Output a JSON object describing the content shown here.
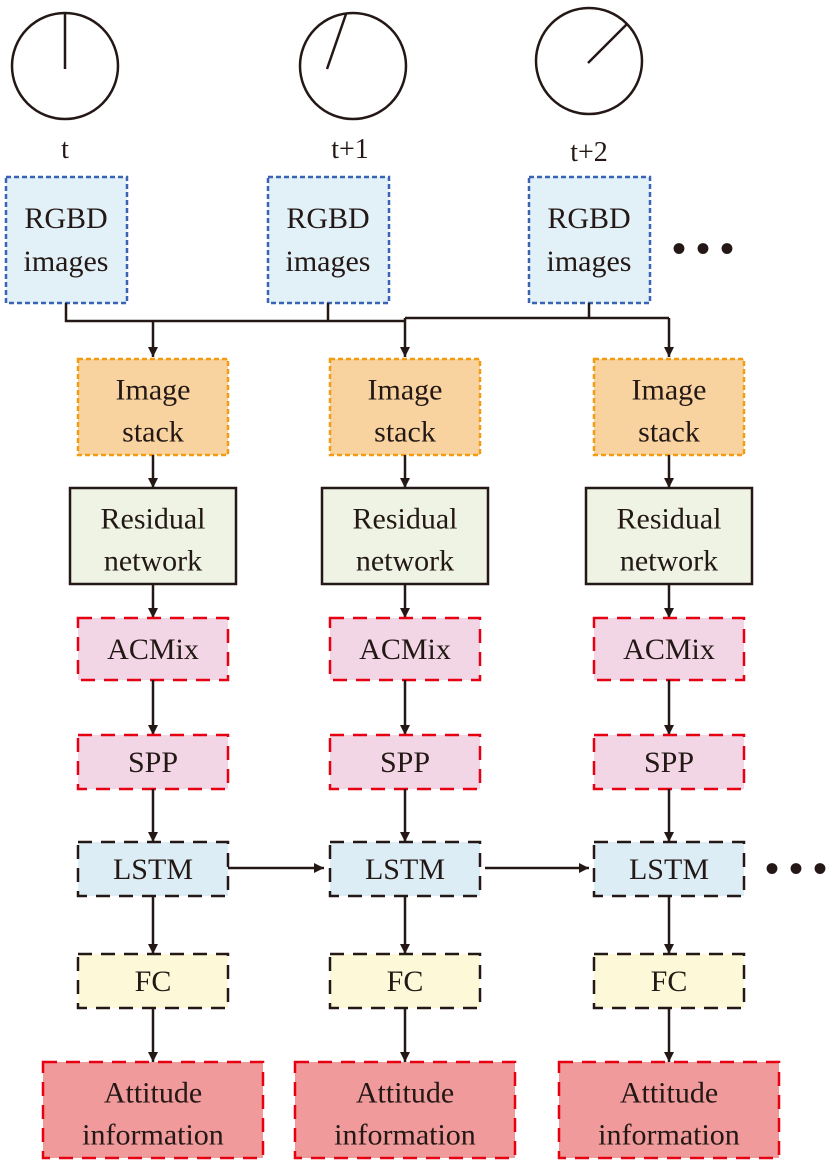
{
  "colors": {
    "line": "#231815",
    "rgbd_fill": "#e2f1f8",
    "rgbd_border": "#3a62b5",
    "stack_fill": "#f8d3a0",
    "stack_border": "#f39c12",
    "residual_fill": "#eef3e4",
    "residual_border": "#231815",
    "attention_fill": "#f3d6e6",
    "attention_border": "#e60012",
    "lstm_fill": "#dcedf5",
    "lstm_border": "#231815",
    "fc_fill": "#fdf8d8",
    "fc_border": "#231815",
    "output_fill": "#f09a9b",
    "output_border": "#e60012"
  },
  "time_steps": [
    {
      "label": "t",
      "clock_hand_angle_deg": 0
    },
    {
      "label": "t+1",
      "clock_hand_angle_deg": 20
    },
    {
      "label": "t+2",
      "clock_hand_angle_deg": 45
    }
  ],
  "inputs": [
    {
      "line1": "RGBD",
      "line2": "images"
    },
    {
      "line1": "RGBD",
      "line2": "images"
    },
    {
      "line1": "RGBD",
      "line2": "images"
    }
  ],
  "columns": [
    {
      "image_stack": {
        "line1": "Image",
        "line2": "stack"
      },
      "residual": {
        "line1": "Residual",
        "line2": "network"
      },
      "acmix": "ACMix",
      "spp": "SPP",
      "lstm": "LSTM",
      "fc": "FC",
      "output": {
        "line1": "Attitude",
        "line2": "information"
      }
    },
    {
      "image_stack": {
        "line1": "Image",
        "line2": "stack"
      },
      "residual": {
        "line1": "Residual",
        "line2": "network"
      },
      "acmix": "ACMix",
      "spp": "SPP",
      "lstm": "LSTM",
      "fc": "FC",
      "output": {
        "line1": "Attitude",
        "line2": "information"
      }
    },
    {
      "image_stack": {
        "line1": "Image",
        "line2": "stack"
      },
      "residual": {
        "line1": "Residual",
        "line2": "network"
      },
      "acmix": "ACMix",
      "spp": "SPP",
      "lstm": "LSTM",
      "fc": "FC",
      "output": {
        "line1": "Attitude",
        "line2": "information"
      }
    }
  ],
  "continuation": "• • •"
}
